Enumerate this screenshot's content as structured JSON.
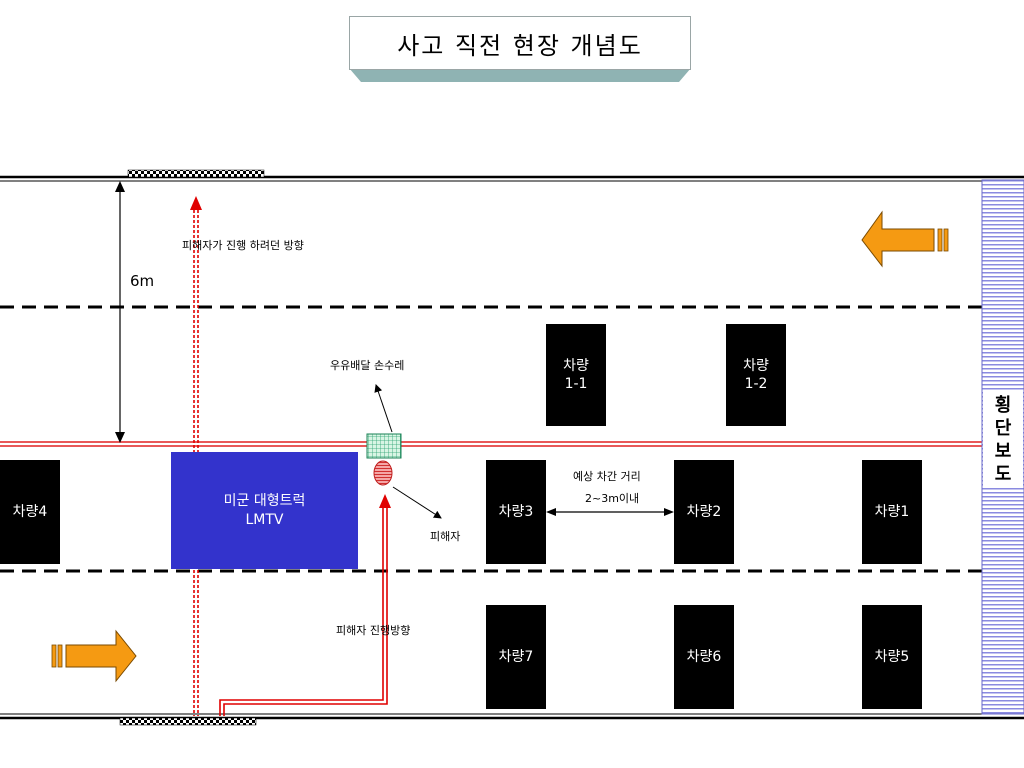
{
  "title": "사고 직전 현장 개념도",
  "labels": {
    "victim_intended_direction": "피해자가 진행 하려던 방향",
    "lane_width": "6m",
    "milk_cart": "우유배달 손수레",
    "victim": "피해자",
    "victim_direction": "피해자 진행방향",
    "expected_gap_line1": "예상 차간 거리",
    "expected_gap_line2": "2~3m이내",
    "crosswalk": [
      "횡",
      "단",
      "보",
      "도"
    ]
  },
  "truck": {
    "line1": "미군 대형트럭",
    "line2": "LMTV"
  },
  "vehicles": [
    {
      "id": "1-1",
      "line1": "차량",
      "line2": "1-1"
    },
    {
      "id": "1-2",
      "line1": "차량",
      "line2": "1-2"
    },
    {
      "id": "4",
      "line1": "차량4",
      "line2": ""
    },
    {
      "id": "3",
      "line1": "차량3",
      "line2": ""
    },
    {
      "id": "2",
      "line1": "차량2",
      "line2": ""
    },
    {
      "id": "1",
      "line1": "차량1",
      "line2": ""
    },
    {
      "id": "7",
      "line1": "차량7",
      "line2": ""
    },
    {
      "id": "6",
      "line1": "차량6",
      "line2": ""
    },
    {
      "id": "5",
      "line1": "차량5",
      "line2": ""
    }
  ],
  "colors": {
    "vehicle": "#000000",
    "truck": "#3333cc",
    "center_line": "#e02020",
    "direction_arrow": "#f59a12",
    "crosswalk": "#c8c8f0"
  }
}
